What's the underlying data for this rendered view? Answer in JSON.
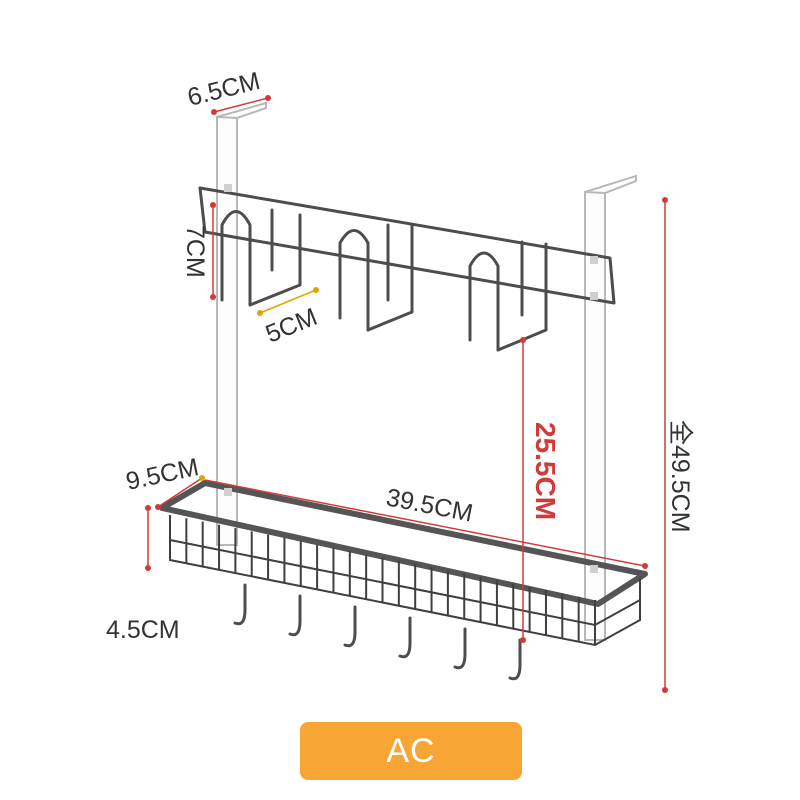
{
  "product": {
    "variant_label": "AC"
  },
  "dimensions": {
    "bracket_depth": "6.5CM",
    "hook_height": "7CM",
    "hook_width": "5CM",
    "basket_depth": "9.5CM",
    "basket_length": "39.5CM",
    "hook_drop": "25.5CM",
    "basket_height": "4.5CM",
    "total_height": "全49.5CM"
  },
  "colors": {
    "badge": "#f7a635",
    "dimension_line": "#d23a3a",
    "wire": "#4d4d4d"
  }
}
